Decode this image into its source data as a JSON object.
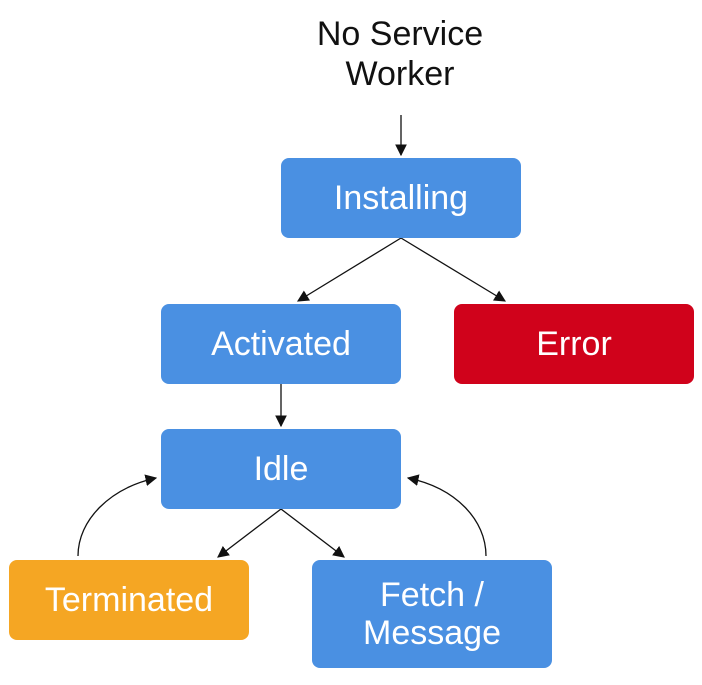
{
  "diagram": {
    "start_label": "No Service\nWorker",
    "colors": {
      "primary": "#4a90e2",
      "error": "#d0021b",
      "terminated": "#f5a623",
      "edge": "#111111"
    },
    "nodes": {
      "installing": {
        "label": "Installing",
        "kind": "primary"
      },
      "activated": {
        "label": "Activated",
        "kind": "primary"
      },
      "error": {
        "label": "Error",
        "kind": "error"
      },
      "idle": {
        "label": "Idle",
        "kind": "primary"
      },
      "terminated": {
        "label": "Terminated",
        "kind": "terminated"
      },
      "fetch": {
        "label": "Fetch /\nMessage",
        "kind": "primary"
      }
    },
    "edges": [
      {
        "from": "start",
        "to": "installing"
      },
      {
        "from": "installing",
        "to": "activated"
      },
      {
        "from": "installing",
        "to": "error"
      },
      {
        "from": "activated",
        "to": "idle"
      },
      {
        "from": "idle",
        "to": "terminated"
      },
      {
        "from": "idle",
        "to": "fetch"
      },
      {
        "from": "terminated",
        "to": "idle"
      },
      {
        "from": "fetch",
        "to": "idle"
      }
    ]
  }
}
